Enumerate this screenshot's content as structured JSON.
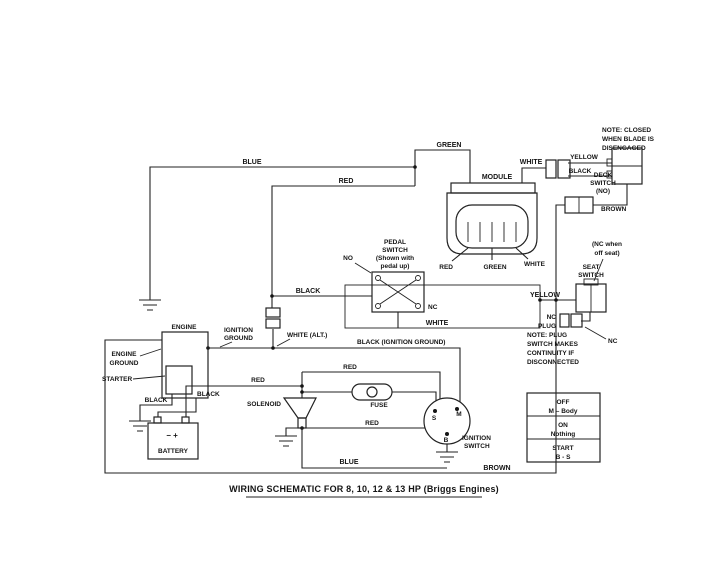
{
  "title": "WIRING SCHEMATIC FOR 8, 10, 12 & 13 HP (Briggs Engines)",
  "notes": {
    "blade": [
      "NOTE:  CLOSED",
      "WHEN BLADE IS",
      "DISENGAGED"
    ],
    "seat": [
      "(NC when",
      "off seat)"
    ],
    "plug": [
      "NOTE:  PLUG",
      "SWITCH MAKES",
      "CONTINUITY IF",
      "DISCONNECTED"
    ]
  },
  "labels": {
    "module": "MODULE",
    "pedal": [
      "PEDAL",
      "SWITCH",
      "(Shown with",
      "pedal up)"
    ],
    "deck": [
      "DECK",
      "SWITCH",
      "(NO)"
    ],
    "seat": [
      "SEAT",
      "SWITCH"
    ],
    "nc_plug": [
      "NC",
      "PLUG"
    ],
    "engine": "ENGINE",
    "engine_ground": [
      "ENGINE",
      "GROUND"
    ],
    "ignition_ground": [
      "IGNITION",
      "GROUND"
    ],
    "starter": "STARTER",
    "battery": "BATTERY",
    "battery_terminals": "−    +",
    "solenoid": "SOLENOID",
    "fuse": "FUSE",
    "ignition": [
      "IGNITION",
      "SWITCH"
    ],
    "term_s": "S",
    "term_m": "M",
    "term_b": "B"
  },
  "wires": {
    "blue_top": "BLUE",
    "red_top": "RED",
    "green_top": "GREEN",
    "white_top": "WHITE",
    "yellow_deck": "YELLOW",
    "black_deck": "BLACK",
    "brown_deck": "BROWN",
    "module_red": "RED",
    "module_green": "GREEN",
    "module_white": "WHITE",
    "no": "NO",
    "nc_pedal": "NC",
    "black_pedal": "BLACK",
    "white_pedal": "WHITE",
    "yellow_seat": "YELLOW",
    "nc_seat": "NC",
    "white_alt": "WHITE (ALT.)",
    "black_ignition": "BLACK   (IGNITION GROUND)",
    "black_starter": "BLACK",
    "black_battery": "BLACK",
    "red_battery": "RED",
    "red_ignition_top": "RED",
    "red_ignition_bottom": "RED",
    "blue_bottom": "BLUE",
    "brown_bottom": "BROWN"
  },
  "table": {
    "rows": [
      {
        "pos": "OFF",
        "val": "M – Body"
      },
      {
        "pos": "ON",
        "val": "Nothing"
      },
      {
        "pos": "START",
        "val": "B - S"
      }
    ]
  }
}
